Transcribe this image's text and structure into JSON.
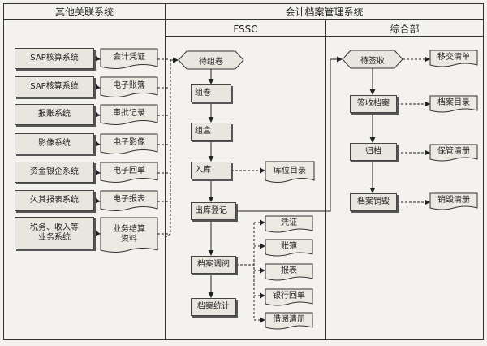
{
  "headers": {
    "left": "其他关联系统",
    "center": "会计档案管理系统",
    "fssc": "FSSC",
    "dept": "综合部"
  },
  "source_systems": [
    "SAP核算系统",
    "SAP核算系统",
    "报账系统",
    "影像系统",
    "资金银企系统",
    "久其报表系统",
    "税务、收入等\n业务系统"
  ],
  "source_outputs": [
    "会计凭证",
    "电子账簿",
    "审批记录",
    "电子影像",
    "电子回单",
    "电子报表",
    "业务结算\n资料"
  ],
  "fssc_flow": {
    "start": "待组卷",
    "steps": [
      "组卷",
      "组盒",
      "入库",
      "出库登记",
      "档案调阅",
      "档案统计"
    ],
    "location_catalog": "库位目录",
    "borrow_docs": [
      "凭证",
      "账簿",
      "报表",
      "银行回单",
      "借阅清册"
    ]
  },
  "dept_flow": {
    "start": "待签收",
    "steps": [
      "签收档案",
      "归档",
      "档案销毁"
    ],
    "docs": [
      "移交清单",
      "档案目录",
      "保管清册",
      "销毁清册"
    ]
  }
}
